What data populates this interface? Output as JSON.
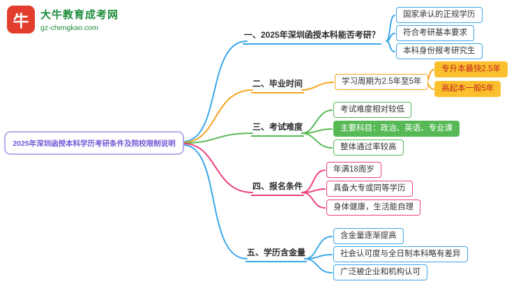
{
  "logo": {
    "icon_text": "牛",
    "site_name": "大牛教育成考网",
    "site_url": "gz-chengkao.com",
    "icon_color": "#e23d2d",
    "text_color": "#1e8c3a"
  },
  "central": {
    "title": "2025年深圳函授本科学历考研条件及院校限制说明",
    "text_color": "#7558d6",
    "border_color": "#b9a8ef"
  },
  "branches": [
    {
      "label": "一、2025年深圳函授本科能否考研？",
      "color": "#3ba7e9",
      "children": [
        {
          "text": "国家承认的正规学历"
        },
        {
          "text": "符合考研基本要求"
        },
        {
          "text": "本科身份报考研究生"
        }
      ]
    },
    {
      "label": "二、毕业时间",
      "color": "#f6a51f",
      "fill": "#fbc02d",
      "fill_text": "#c2271e",
      "children": [
        {
          "text": "学习周期为2.5年至5年"
        }
      ],
      "grandchildren": [
        {
          "text": "专升本最快2.5年"
        },
        {
          "text": "高起本一般5年"
        }
      ]
    },
    {
      "label": "三、考试难度",
      "color": "#57b956",
      "children": [
        {
          "text": "考试难度相对较低"
        },
        {
          "text": "主要科目：政治、英语、专业课"
        },
        {
          "text": "整体通过率较高"
        }
      ]
    },
    {
      "label": "四、报名条件",
      "color": "#ed3f80",
      "children": [
        {
          "text": "年满18周岁"
        },
        {
          "text": "具备大专或同等学历"
        },
        {
          "text": "身体健康，生活能自理"
        }
      ]
    },
    {
      "label": "五、学历含金量",
      "color": "#3ba7e9",
      "children": [
        {
          "text": "含金量逐渐提高"
        },
        {
          "text": "社会认可度与全日制本科略有差异"
        },
        {
          "text": "广泛被企业和机构认可"
        }
      ]
    }
  ]
}
